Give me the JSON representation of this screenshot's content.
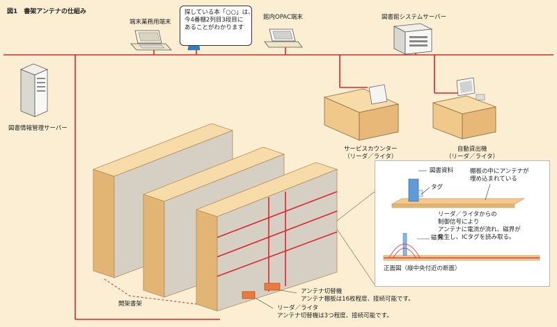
{
  "title": "図1　書架アンテナの仕組み",
  "labels": {
    "terminal_staff": "端末業務用端末",
    "terminal_opac": "館内OPAC端末",
    "shelf_server": "図書館システムサーバー",
    "book_server": "図書情報管理サーバー",
    "service_counter": "サービスカウンター\n（リーダ／ライタ）",
    "self_checkout": "自動貸出機\n（リーダ／ライタ）",
    "open_shelf": "開架書架",
    "antenna_switch": "アンテナ切替機\nアンテナ棚板は16枚程度、接続可能です。",
    "reader_writer": "リーダ／ライタ\nアンテナ切替機は3つ程度、接続可能です。"
  },
  "bubble": {
    "text": "探している本「○○」は、\n今4番棚2列目3段目に\nあることがわかります"
  },
  "inset": {
    "book_material": "図書資料",
    "tag": "タグ",
    "shelf_note": "棚板の中にアンテナが\n埋め込まれている",
    "signal_note": "リーダ／ライタからの\n制御信号により\nアンテナに電流が流れ、磁界が\n発生し、ICタグを読み取る。",
    "magnetic_field": "磁界",
    "front_view": "正面図（縦中央付近の断面）"
  },
  "colors": {
    "background": "#fbeed3",
    "network_line": "#e0242a",
    "shelf_wood": "#f3c98c",
    "shelf_edge": "#c9a066",
    "reader_box": "#ec7a3c"
  }
}
